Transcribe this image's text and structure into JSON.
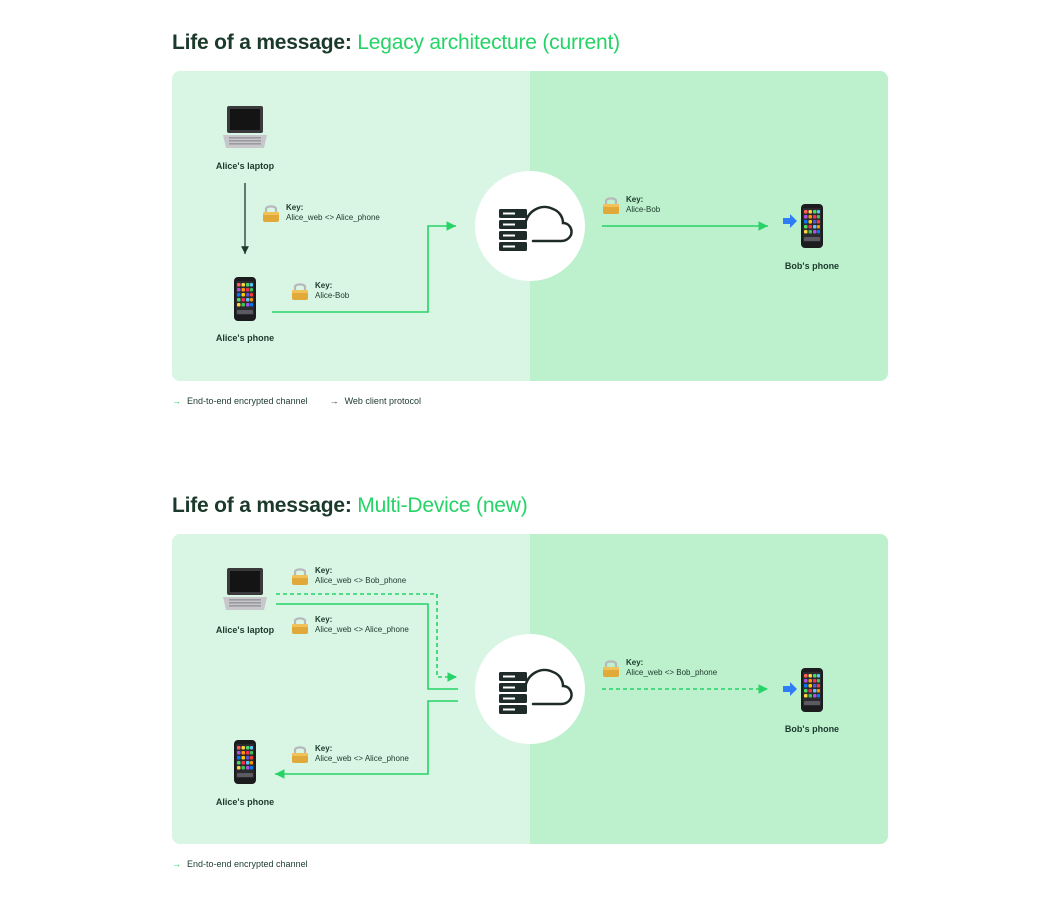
{
  "diagram_legacy": {
    "title_prefix": "Life of a message:",
    "title_accent": "Legacy architecture (current)",
    "devices": {
      "alice_laptop": "Alice's laptop",
      "alice_phone": "Alice's phone",
      "bob_phone": "Bob's phone"
    },
    "keys": [
      {
        "title": "Key:",
        "value": "Alice_web <> Alice_phone"
      },
      {
        "title": "Key:",
        "value": "Alice-Bob"
      },
      {
        "title": "Key:",
        "value": "Alice-Bob"
      }
    ],
    "legend": [
      {
        "arrow": "→",
        "label": "End-to-end encrypted channel"
      },
      {
        "arrow": "→",
        "label": "Web client protocol"
      }
    ]
  },
  "diagram_multidevice": {
    "title_prefix": "Life of a message:",
    "title_accent": "Multi-Device (new)",
    "devices": {
      "alice_laptop": "Alice's laptop",
      "alice_phone": "Alice's phone",
      "bob_phone": "Bob's phone"
    },
    "keys": [
      {
        "title": "Key:",
        "value": "Alice_web <> Bob_phone"
      },
      {
        "title": "Key:",
        "value": "Alice_web <> Alice_phone"
      },
      {
        "title": "Key:",
        "value": "Alice_web <> Alice_phone"
      },
      {
        "title": "Key:",
        "value": "Alice_web <> Bob_phone"
      }
    ],
    "legend": [
      {
        "arrow": "→",
        "label": "End-to-end encrypted channel"
      }
    ]
  },
  "colors": {
    "channel_green": "#25d366",
    "web_protocol_dark": "#1b3a2b",
    "panel_left": "#d9f5e3",
    "panel_right": "#bdf0cd"
  },
  "icons": [
    "laptop-icon",
    "phone-icon",
    "lock-icon",
    "server-cloud-icon",
    "incoming-arrow-icon"
  ]
}
